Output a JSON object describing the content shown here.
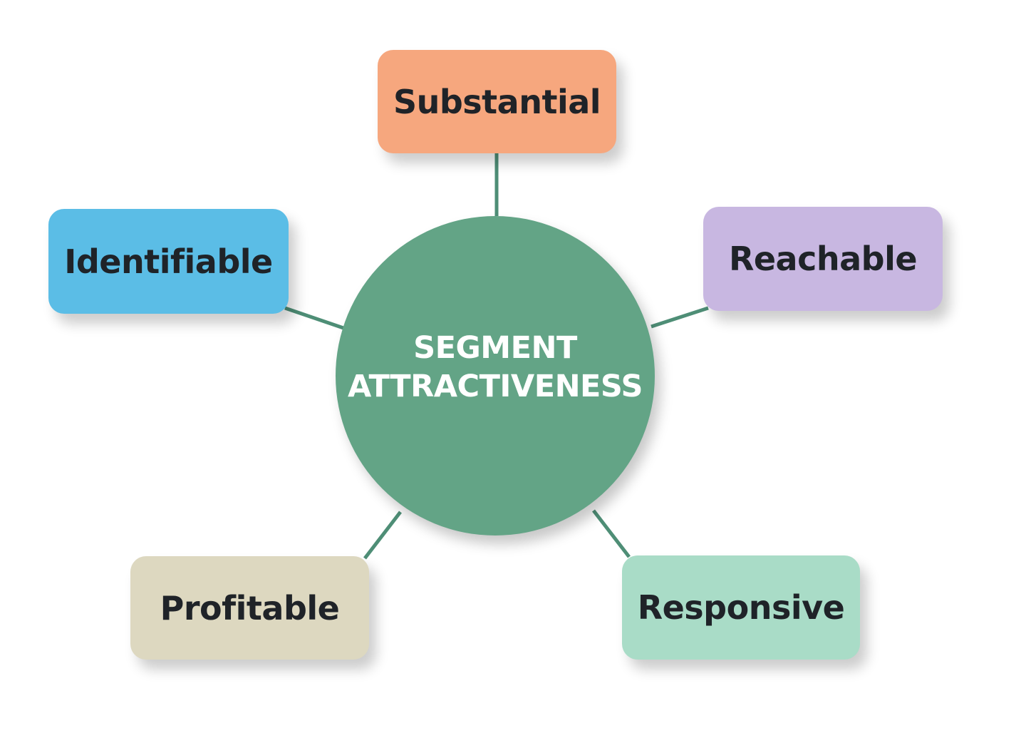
{
  "diagram": {
    "center": {
      "label": "SEGMENT\nATTRACTIVENESS",
      "color": "#63a486"
    },
    "connector_color": "#4e8e76",
    "nodes": [
      {
        "id": "substantial",
        "label": "Substantial",
        "color": "#f6a77e"
      },
      {
        "id": "identifiable",
        "label": "Identifiable",
        "color": "#5bbde6"
      },
      {
        "id": "reachable",
        "label": "Reachable",
        "color": "#c8b7e1"
      },
      {
        "id": "profitable",
        "label": "Profitable",
        "color": "#ddd8c0"
      },
      {
        "id": "responsive",
        "label": "Responsive",
        "color": "#a9dcc7"
      }
    ]
  }
}
